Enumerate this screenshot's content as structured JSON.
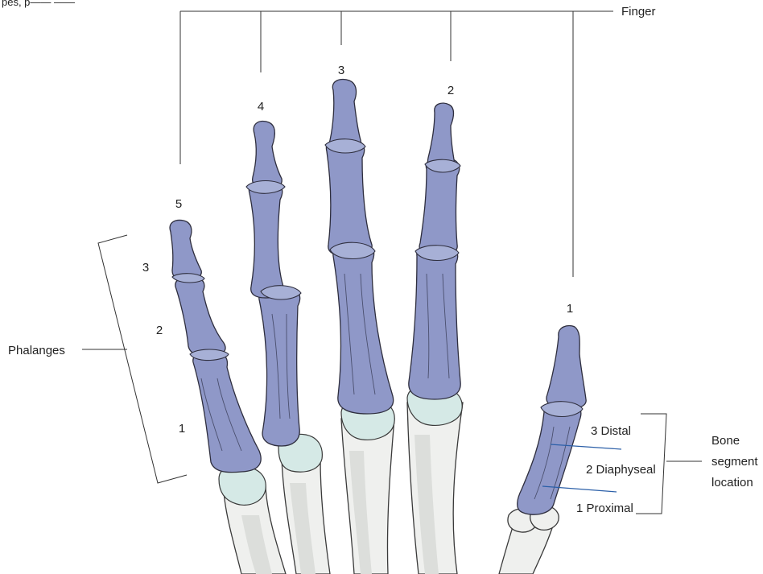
{
  "header_fragment": "pes, p—— ——",
  "fingers": {
    "title": "Finger",
    "numbers": [
      "5",
      "4",
      "3",
      "2",
      "1"
    ]
  },
  "phalanges": {
    "title": "Phalanges",
    "numbers": [
      "3",
      "2",
      "1"
    ]
  },
  "bone_segment": {
    "title_lines": [
      "Bone",
      "segment",
      "location"
    ],
    "segments": [
      "3 Distal",
      "2 Diaphyseal",
      "1 Proximal"
    ]
  },
  "colors": {
    "phalanx_fill": "#8f98c8",
    "cartilage_fill": "#d5e9e6",
    "metacarpal_fill": "#eff0ee",
    "segment_line": "#2b5fa8"
  }
}
